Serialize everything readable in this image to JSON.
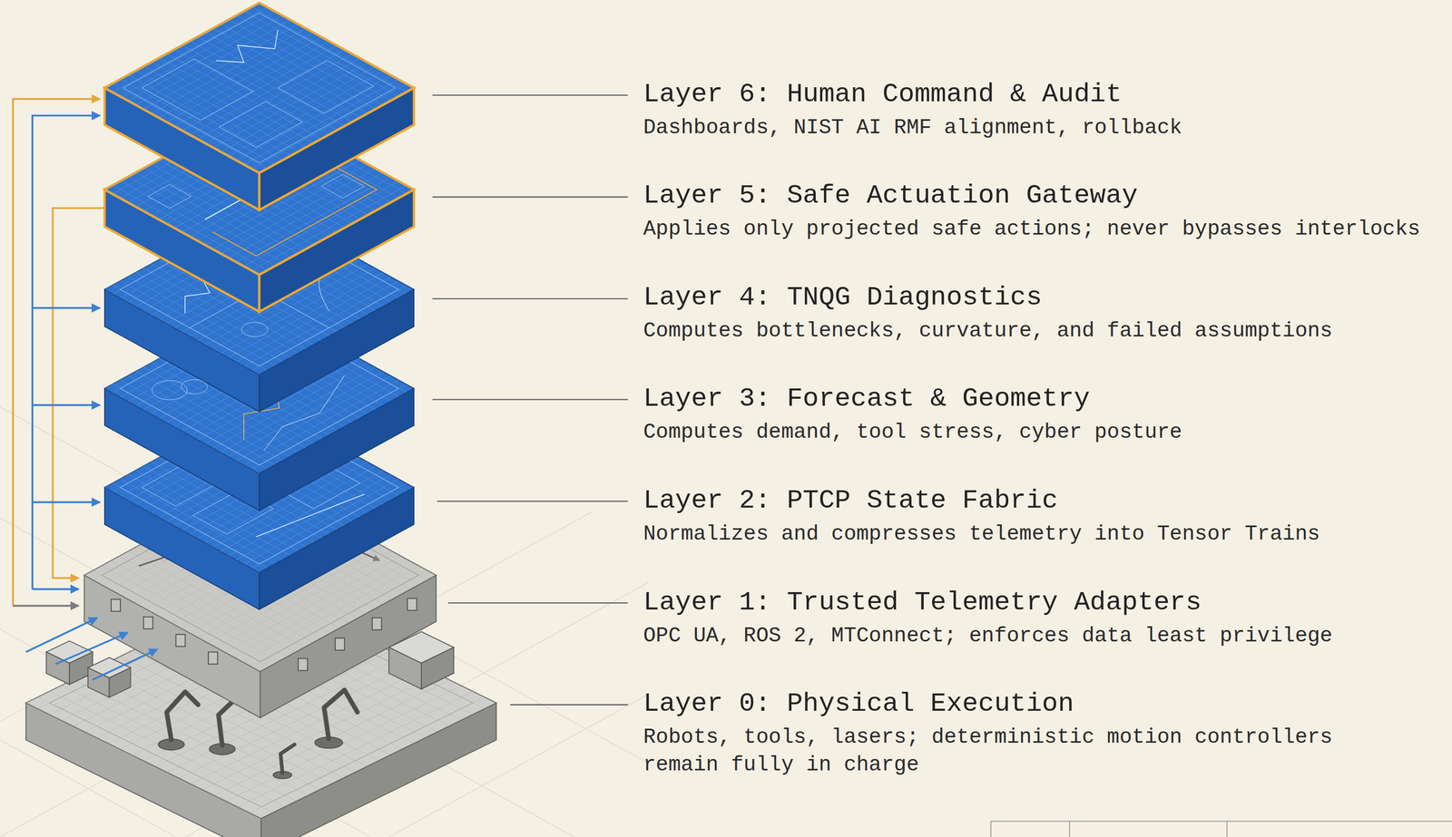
{
  "diagram": {
    "labels": [
      "Layer 6: Human Command & Audit",
      "Dashboards, NIST AI RMF alignment, rollback",
      "Layer 5: Safe Actuation Gateway",
      "Applies only projected safe actions; never bypasses interlocks",
      "Layer 4: TNQG Diagnostics",
      "Computes bottlenecks, curvature, and failed assumptions",
      "Layer 3: Forecast & Geometry",
      "Computes demand, tool stress, cyber posture",
      "Layer 2: PTCP State Fabric",
      "Normalizes and compresses telemetry into Tensor Trains",
      "Layer 1: Trusted Telemetry Adapters",
      "OPC UA, ROS 2, MTConnect; enforces data least privilege",
      "Layer 0: Physical Execution",
      "Robots, tools, lasers; deterministic motion controllers remain fully in charge"
    ]
  }
}
